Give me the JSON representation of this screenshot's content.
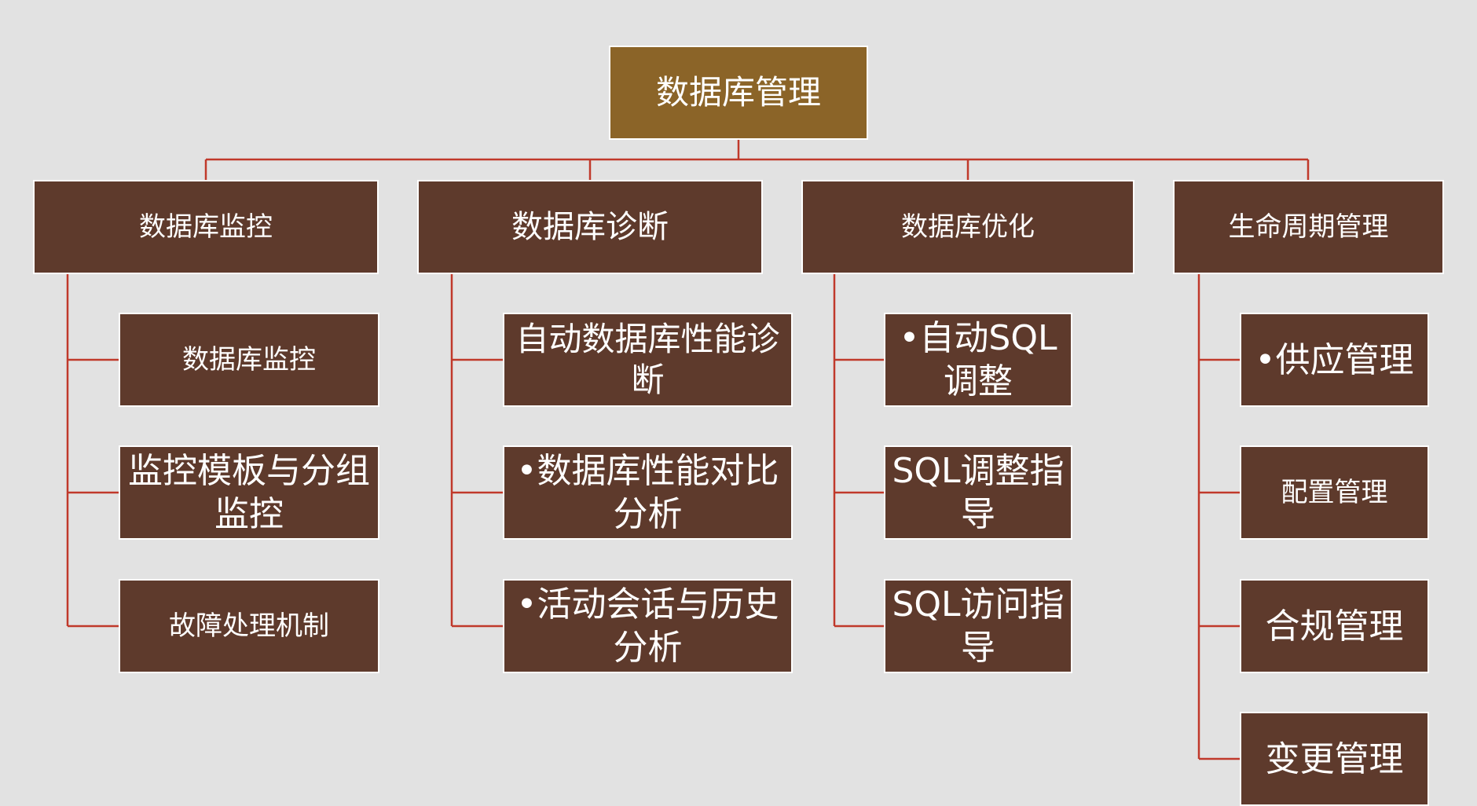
{
  "colors": {
    "background": "#e2e2e2",
    "root_fill": "#8b6428",
    "node_fill": "#5e3a2c",
    "node_text": "#ffffff",
    "node_border": "#ffffff",
    "connector": "#c0392b"
  },
  "root": {
    "label": "数据库管理"
  },
  "categories": [
    {
      "label": "数据库监控",
      "children": [
        "数据库监控",
        "监控模板与分组监控",
        "故障处理机制"
      ]
    },
    {
      "label": "数据库诊断",
      "children": [
        "自动数据库性能诊断",
        "•数据库性能对比分析",
        "•活动会话与历史分析"
      ]
    },
    {
      "label": "数据库优化",
      "children": [
        "•自动SQL调整",
        "SQL调整指导",
        "SQL访问指导"
      ]
    },
    {
      "label": "生命周期管理",
      "children": [
        "•供应管理",
        "配置管理",
        "合规管理",
        "变更管理"
      ]
    }
  ]
}
